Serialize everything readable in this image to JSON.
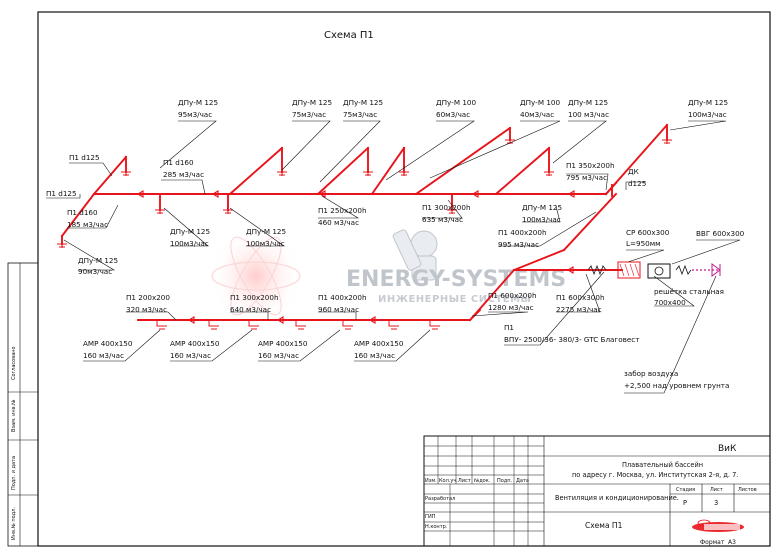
{
  "drawing": {
    "title": "Схема П1",
    "labels": {
      "top_dpu_1": [
        "ДПу-М 125",
        "95м3/час"
      ],
      "top_dpu_2": [
        "ДПу-М 125",
        "75м3/час"
      ],
      "top_dpu_3": [
        "ДПу-М 125",
        "75м3/час"
      ],
      "top_dpu_4": [
        "ДПу-М 100",
        "60м3/час"
      ],
      "top_dpu_5": [
        "ДПу-М 100",
        "40м3/час"
      ],
      "top_dpu_6": [
        "ДПу-М 125",
        "100 м3/час"
      ],
      "top_dpu_7": [
        "ДПу-М 125",
        "100м3/час"
      ],
      "p1_d125": [
        "П1  d125"
      ],
      "p1_d160_285": [
        "П1  d160",
        "285 м3/час"
      ],
      "p1_d125_left": [
        "П1  d125"
      ],
      "p1_d160_185": [
        "П1  d160",
        "185 м3/час"
      ],
      "dpu_90": [
        "ДПу-М 125",
        "90м3/час"
      ],
      "dpu_100_a": [
        "ДПу-М 125",
        "100м3/час"
      ],
      "dpu_100_b": [
        "ДПу-М 125",
        "100м3/час"
      ],
      "p1_250x200": [
        "П1  250x200h",
        "460 м3/час"
      ],
      "p1_300x200_top": [
        "П1  300x200h",
        "635 м3/час"
      ],
      "p1_350x200": [
        "П1  350x200h",
        "795 м3/час"
      ],
      "dk_d125": [
        "ДК",
        "d125"
      ],
      "dpu_100_c": [
        "ДПу-М 125",
        "100м3/час"
      ],
      "p1_400x200_995": [
        "П1  400x200h",
        "995 м3/час"
      ],
      "sr_600x300": [
        "СР 600x300",
        "L=950мм"
      ],
      "vvg_600x300": [
        "ВВГ 600x300"
      ],
      "grille": [
        "решётка стальная",
        "700x400"
      ],
      "p1_200x200": [
        "П1  200x200",
        "320 м3/час"
      ],
      "p1_300x200_bottom": [
        "П1  300x200h",
        "640 м3/час"
      ],
      "p1_400x200_960": [
        "П1  400x200h",
        "960 м3/час"
      ],
      "p1_600x200": [
        "П1  600x200h",
        "1280 м3/час"
      ],
      "p1_600x300": [
        "П1  600x300h",
        "2275 м3/час"
      ],
      "amp_1": [
        "АМР 400x150",
        "160 м3/час"
      ],
      "amp_2": [
        "АМР 400x150",
        "160 м3/час"
      ],
      "amp_3": [
        "АМР 400x150",
        "160 м3/час"
      ],
      "amp_4": [
        "АМР 400x150",
        "160 м3/час"
      ],
      "unit": [
        "П1",
        "ВПУ- 2500/36- 380/3- GTC Благовест"
      ],
      "intake": [
        "забор воздуха",
        "+2,500 над уровнем грунта"
      ]
    },
    "watermark": {
      "brand": "ENERGY-SYSTEMS",
      "tagline": "ИНЖЕНЕРНЫЕ СИСТЕМЫ"
    },
    "side_stamp": [
      "Согласовано",
      "Взам. инв.№",
      "Подп. и дата",
      "Инв.№ подл."
    ]
  },
  "title_block": {
    "code": "ВиК",
    "project": [
      "Плавательный бассейн",
      "по адресу г. Москва, ул. Институтская 2-я, д. 7."
    ],
    "section": "Вентиляция и кондиционирование.",
    "sheet_name": "Схема П1",
    "col_headers": [
      "Изм.",
      "Кол.уч.",
      "Лист",
      "№док.",
      "Подп.",
      "Дата"
    ],
    "roles": [
      "Разработал",
      "ГИП",
      "Н.контр."
    ],
    "stage_headers": [
      "Стадия",
      "Лист",
      "Листов"
    ],
    "stage": "Р",
    "sheet_no": "3",
    "format_label": "Формат",
    "format_value": "А3"
  },
  "colors": {
    "duct": "#e8141b",
    "ink": "#111111",
    "damper": "#c2188f"
  }
}
